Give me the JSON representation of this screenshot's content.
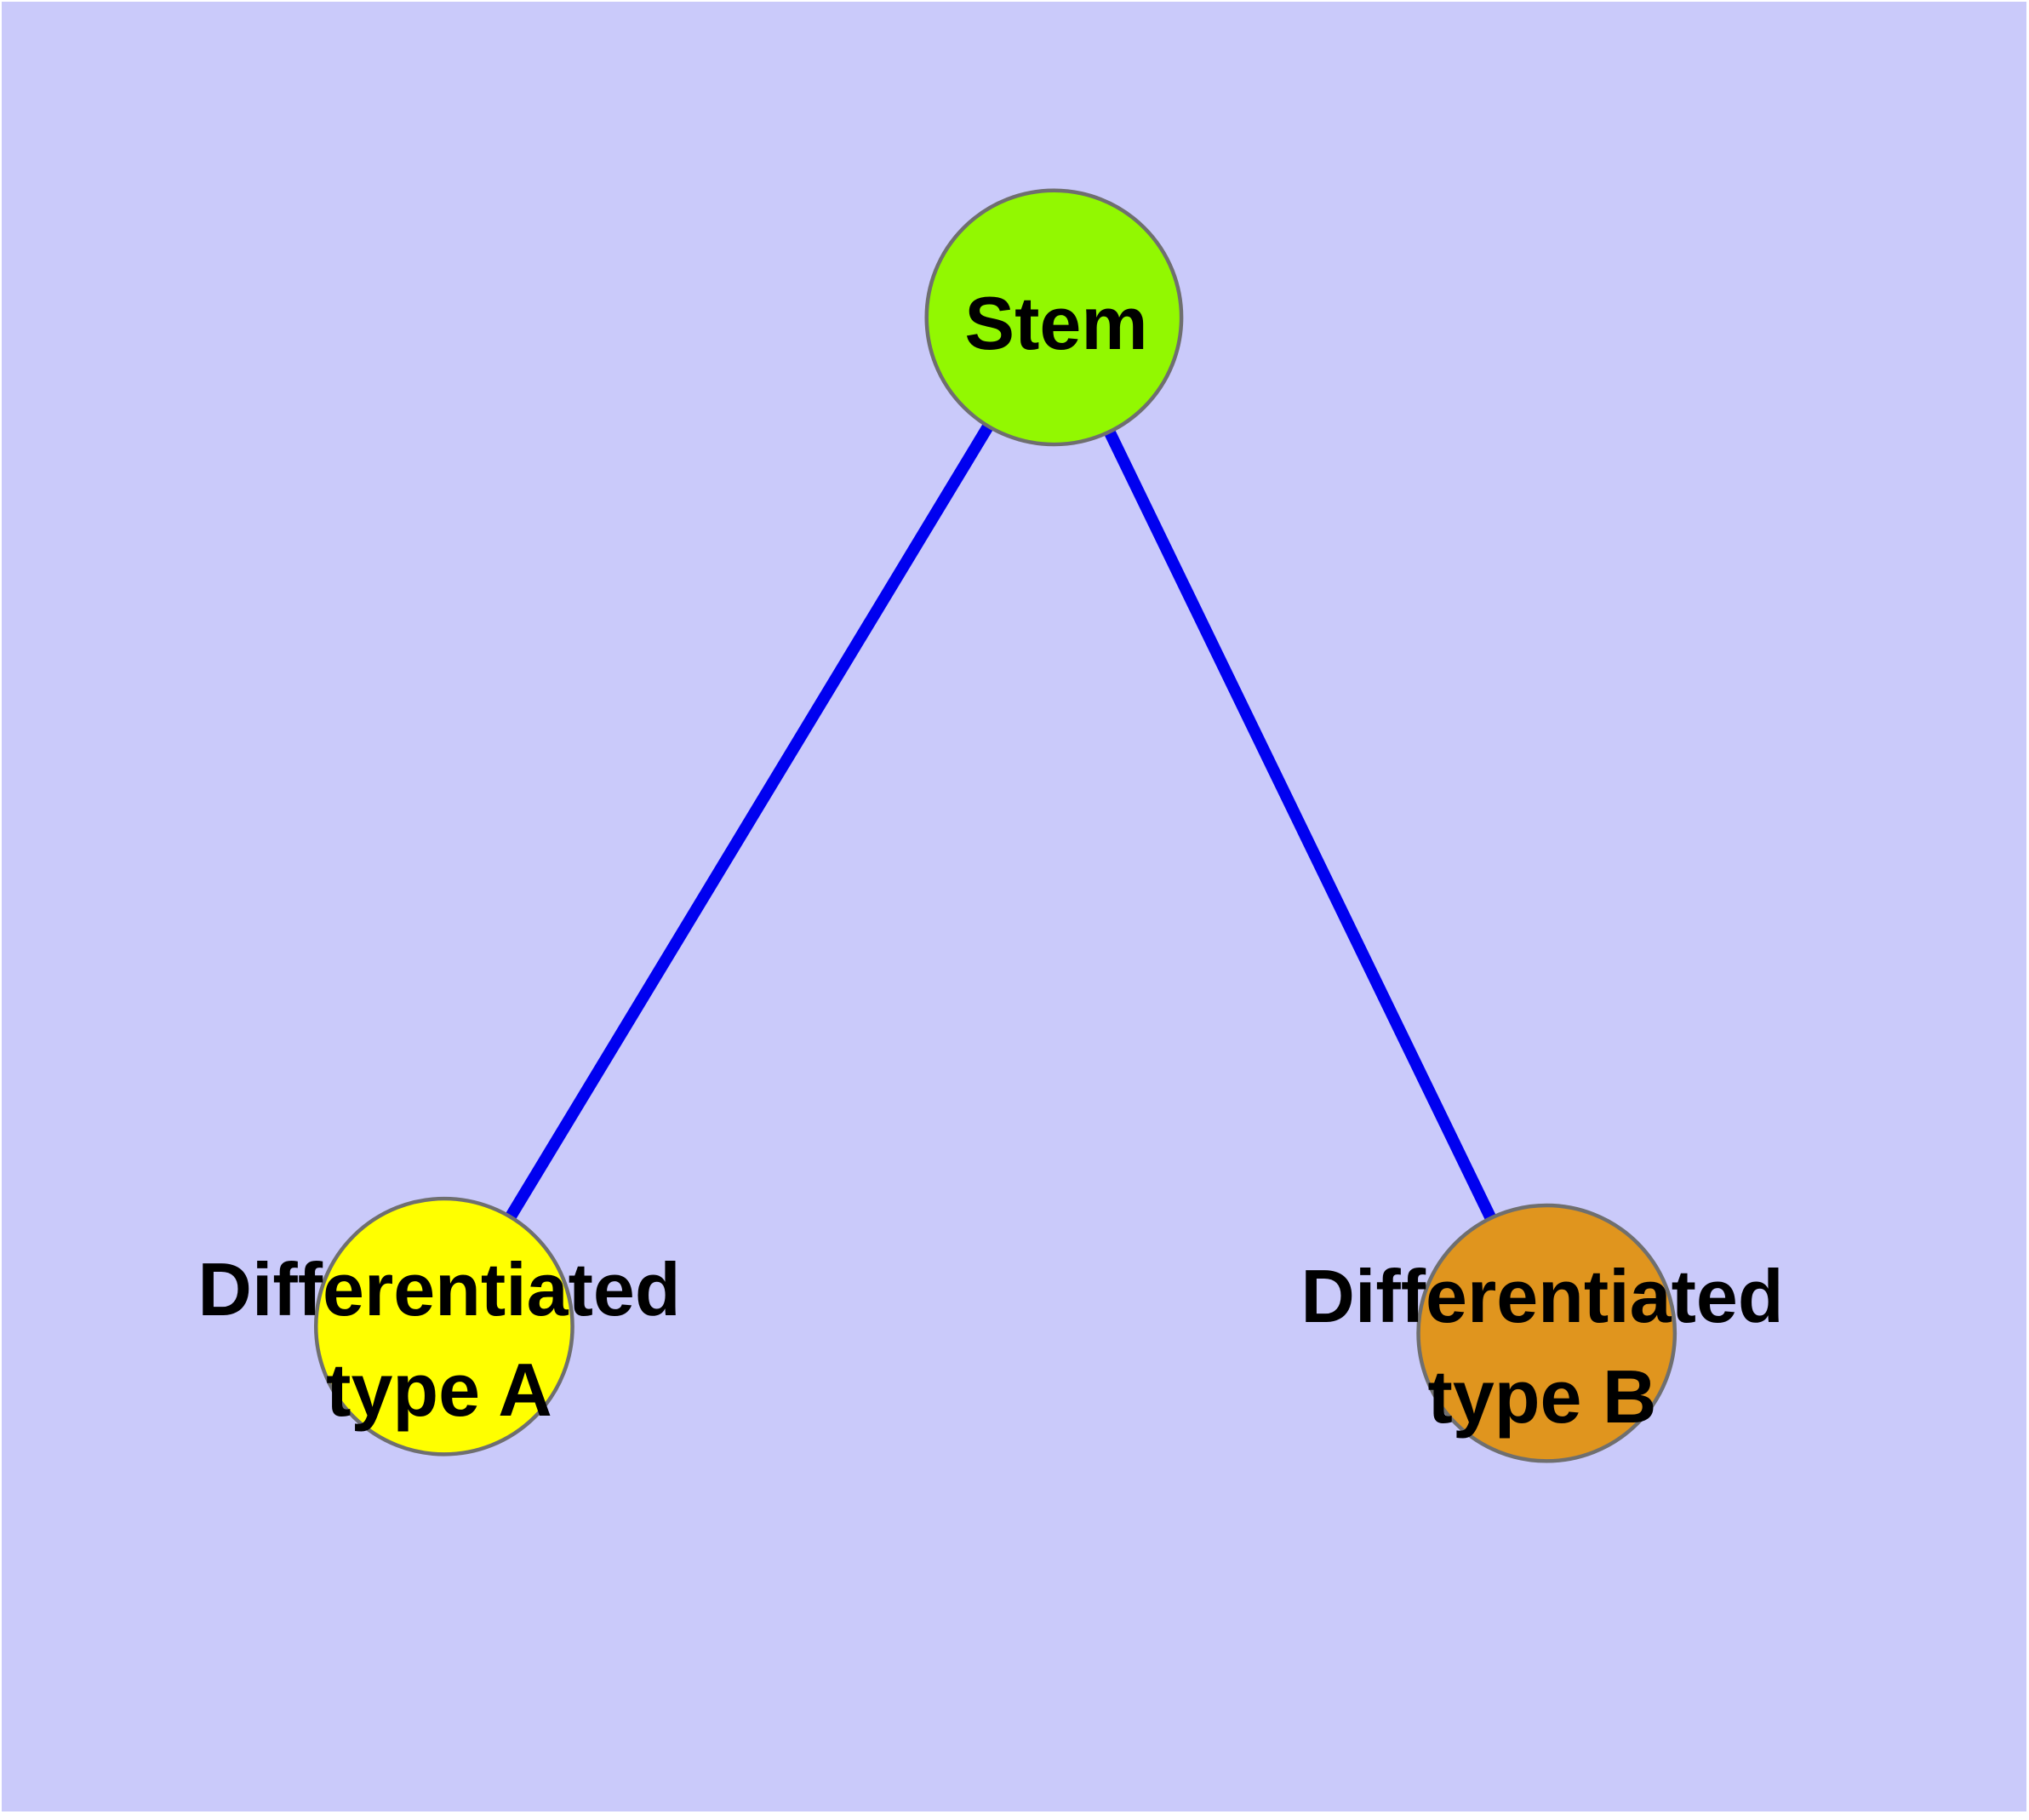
{
  "diagram": {
    "type": "node-link-graph",
    "background_color": "#cacafa",
    "page_margin_color": "#ffffff",
    "node_border_color": "#6f6f6f",
    "edge_color": "#0000f0",
    "label_text_color": "#000000",
    "nodes": {
      "stem": {
        "label": "Stem",
        "fill_color": "#92f801"
      },
      "diff_a": {
        "label_line1": "Differentiated",
        "label_line2": "type A",
        "fill_color": "#ffff00"
      },
      "diff_b": {
        "label_line1": "Differentiated",
        "label_line2": "type B",
        "fill_color": "#e0951e"
      }
    },
    "edges": [
      {
        "from": "Stem",
        "to": "Differentiated type A"
      },
      {
        "from": "Stem",
        "to": "Differentiated type B"
      }
    ]
  }
}
